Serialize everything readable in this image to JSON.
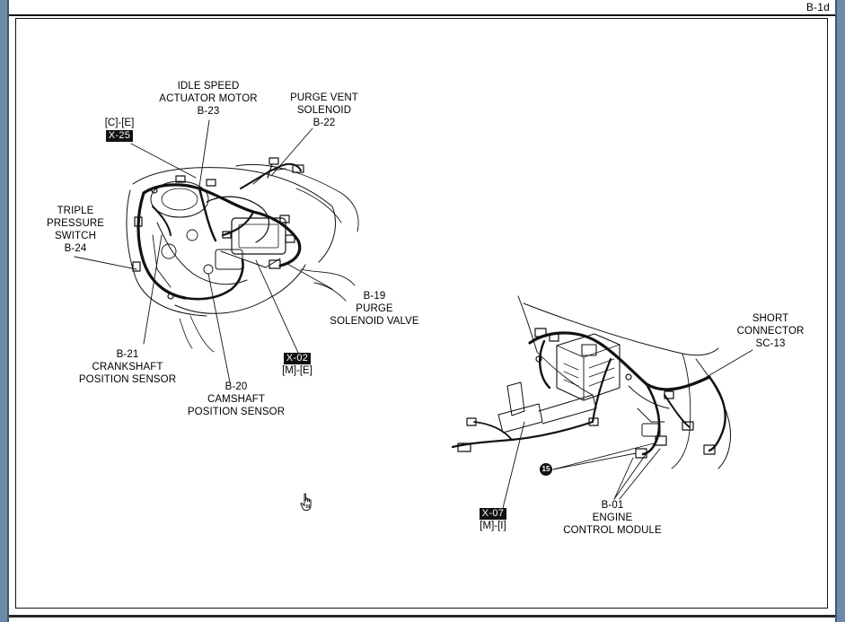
{
  "page_id": "B-1d",
  "labels": {
    "idle_speed": [
      "IDLE SPEED",
      "ACTUATOR MOTOR",
      "B-23"
    ],
    "purge_vent": [
      "PURGE VENT",
      "SOLENOID",
      "B-22"
    ],
    "triple_pressure": [
      "TRIPLE",
      "PRESSURE",
      "SWITCH",
      "B-24"
    ],
    "purge_valve": [
      "B-19",
      "PURGE",
      "SOLENOID VALVE"
    ],
    "crankshaft": [
      "B-21",
      "CRANKSHAFT",
      "POSITION SENSOR"
    ],
    "camshaft": [
      "B-20",
      "CAMSHAFT",
      "POSITION SENSOR"
    ],
    "short_connector": [
      "SHORT",
      "CONNECTOR",
      "SC-13"
    ],
    "ecm": [
      "B-01",
      "ENGINE",
      "CONTROL MODULE"
    ]
  },
  "connectors": {
    "x25": {
      "tag": "X-25",
      "ref": "[C]-[E]"
    },
    "x02": {
      "tag": "X-02",
      "ref": "[M]-[E]"
    },
    "x07": {
      "tag": "X-07",
      "ref": "[M]-[I]"
    }
  },
  "ground_badge": "15",
  "icons": {
    "cursor": "hand-pointer-icon"
  }
}
